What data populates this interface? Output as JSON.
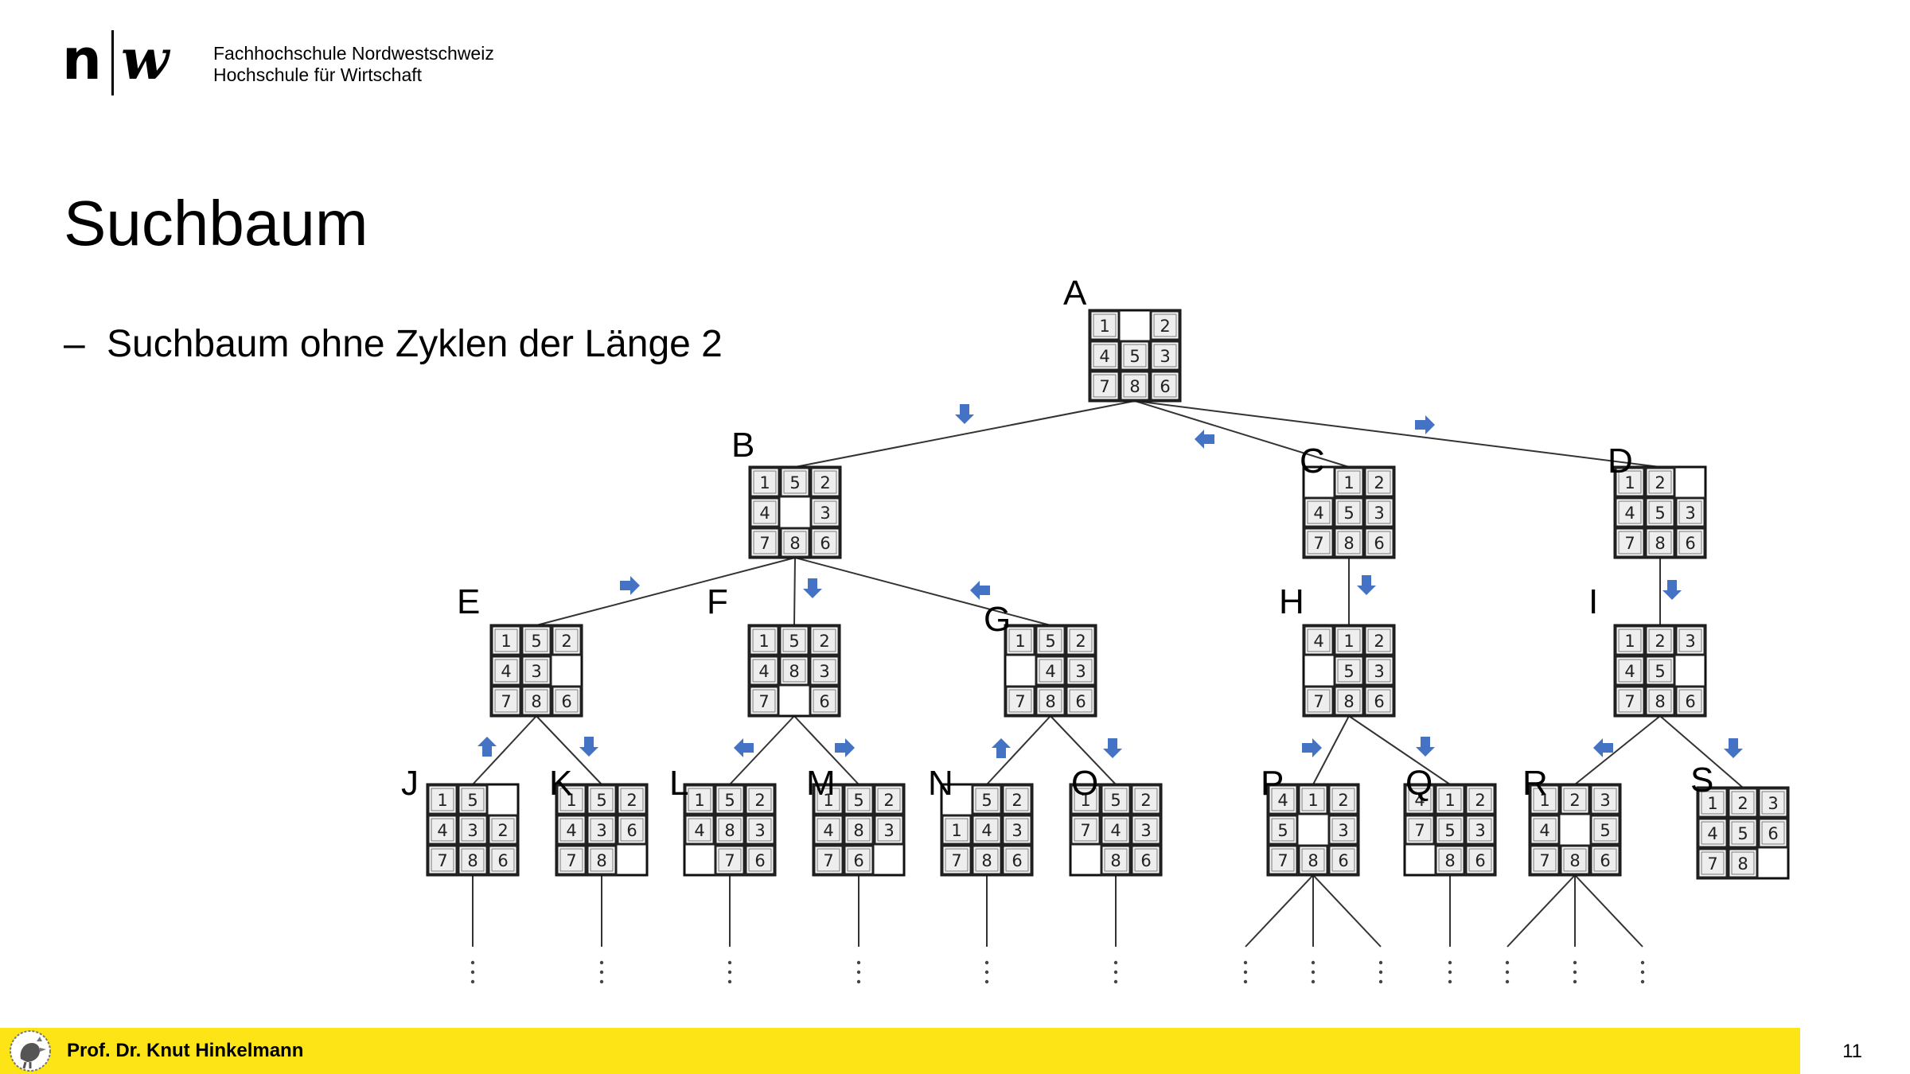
{
  "logo": {
    "mark_left": "n",
    "mark_right": "w",
    "institution_line1": "Fachhochschule Nordwestschweiz",
    "institution_line2": "Hochschule für Wirtschaft"
  },
  "slide": {
    "title": "Suchbaum",
    "bullet_marker": "–",
    "bullet": "Suchbaum ohne Zyklen der Länge 2"
  },
  "footer": {
    "author": "Prof. Dr. Knut Hinkelmann",
    "page_number": "11",
    "background_color": "#fde416"
  },
  "diagram": {
    "arrow_color": "#4472c4",
    "nodes": [
      {
        "label": "A",
        "tiles": [
          1,
          0,
          2,
          4,
          5,
          3,
          7,
          8,
          6
        ]
      },
      {
        "label": "B",
        "tiles": [
          1,
          5,
          2,
          4,
          0,
          3,
          7,
          8,
          6
        ]
      },
      {
        "label": "C",
        "tiles": [
          0,
          1,
          2,
          4,
          5,
          3,
          7,
          8,
          6
        ]
      },
      {
        "label": "D",
        "tiles": [
          1,
          2,
          0,
          4,
          5,
          3,
          7,
          8,
          6
        ]
      },
      {
        "label": "E",
        "tiles": [
          1,
          5,
          2,
          4,
          3,
          0,
          7,
          8,
          6
        ]
      },
      {
        "label": "F",
        "tiles": [
          1,
          5,
          2,
          4,
          8,
          3,
          7,
          0,
          6
        ]
      },
      {
        "label": "G",
        "tiles": [
          1,
          5,
          2,
          0,
          4,
          3,
          7,
          8,
          6
        ]
      },
      {
        "label": "H",
        "tiles": [
          4,
          1,
          2,
          0,
          5,
          3,
          7,
          8,
          6
        ]
      },
      {
        "label": "I",
        "tiles": [
          1,
          2,
          3,
          4,
          5,
          0,
          7,
          8,
          6
        ]
      },
      {
        "label": "J",
        "tiles": [
          1,
          5,
          0,
          4,
          3,
          2,
          7,
          8,
          6
        ]
      },
      {
        "label": "K",
        "tiles": [
          1,
          5,
          2,
          4,
          3,
          6,
          7,
          8,
          0
        ]
      },
      {
        "label": "L",
        "tiles": [
          1,
          5,
          2,
          4,
          8,
          3,
          0,
          7,
          6
        ]
      },
      {
        "label": "M",
        "tiles": [
          1,
          5,
          2,
          4,
          8,
          3,
          7,
          6,
          0
        ]
      },
      {
        "label": "N",
        "tiles": [
          0,
          5,
          2,
          1,
          4,
          3,
          7,
          8,
          6
        ]
      },
      {
        "label": "O",
        "tiles": [
          1,
          5,
          2,
          7,
          4,
          3,
          0,
          8,
          6
        ]
      },
      {
        "label": "P",
        "tiles": [
          4,
          1,
          2,
          5,
          0,
          3,
          7,
          8,
          6
        ]
      },
      {
        "label": "Q",
        "tiles": [
          4,
          1,
          2,
          7,
          5,
          3,
          0,
          8,
          6
        ]
      },
      {
        "label": "R",
        "tiles": [
          1,
          2,
          3,
          4,
          0,
          5,
          7,
          8,
          6
        ]
      },
      {
        "label": "S",
        "tiles": [
          1,
          2,
          3,
          4,
          5,
          6,
          7,
          8,
          0
        ]
      }
    ],
    "edges": [
      [
        "A",
        "B"
      ],
      [
        "A",
        "C"
      ],
      [
        "A",
        "D"
      ],
      [
        "B",
        "E"
      ],
      [
        "B",
        "F"
      ],
      [
        "B",
        "G"
      ],
      [
        "C",
        "H"
      ],
      [
        "D",
        "I"
      ],
      [
        "E",
        "J"
      ],
      [
        "E",
        "K"
      ],
      [
        "F",
        "L"
      ],
      [
        "F",
        "M"
      ],
      [
        "G",
        "N"
      ],
      [
        "G",
        "O"
      ],
      [
        "H",
        "P"
      ],
      [
        "H",
        "Q"
      ],
      [
        "I",
        "R"
      ],
      [
        "I",
        "S"
      ]
    ],
    "moves": [
      {
        "edge": [
          "A",
          "B"
        ],
        "direction": "down"
      },
      {
        "edge": [
          "A",
          "C"
        ],
        "direction": "left"
      },
      {
        "edge": [
          "A",
          "D"
        ],
        "direction": "right"
      },
      {
        "edge": [
          "B",
          "E"
        ],
        "direction": "right"
      },
      {
        "edge": [
          "B",
          "F"
        ],
        "direction": "down"
      },
      {
        "edge": [
          "B",
          "G"
        ],
        "direction": "left"
      },
      {
        "edge": [
          "C",
          "H"
        ],
        "direction": "down"
      },
      {
        "edge": [
          "D",
          "I"
        ],
        "direction": "down"
      },
      {
        "edge": [
          "E",
          "J"
        ],
        "direction": "up"
      },
      {
        "edge": [
          "E",
          "K"
        ],
        "direction": "down"
      },
      {
        "edge": [
          "F",
          "L"
        ],
        "direction": "left"
      },
      {
        "edge": [
          "F",
          "M"
        ],
        "direction": "right"
      },
      {
        "edge": [
          "G",
          "N"
        ],
        "direction": "up"
      },
      {
        "edge": [
          "G",
          "O"
        ],
        "direction": "down"
      },
      {
        "edge": [
          "H",
          "P"
        ],
        "direction": "right"
      },
      {
        "edge": [
          "H",
          "Q"
        ],
        "direction": "down"
      },
      {
        "edge": [
          "I",
          "R"
        ],
        "direction": "left"
      },
      {
        "edge": [
          "I",
          "S"
        ],
        "direction": "down"
      }
    ],
    "continuations": {
      "J": 1,
      "K": 1,
      "L": 1,
      "M": 1,
      "N": 1,
      "O": 1,
      "P": 3,
      "Q": 1,
      "R": 3,
      "S": 0
    }
  }
}
